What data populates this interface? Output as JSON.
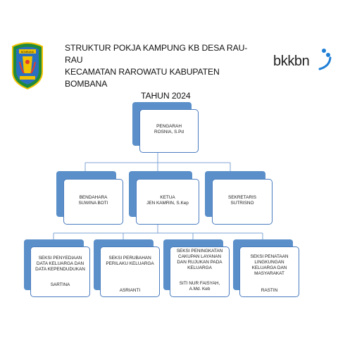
{
  "header": {
    "title_line1": "STRUKTUR POKJA KAMPUNG KB DESA RAU- RAU",
    "title_line2": "KECAMATAN RAROWATU KABUPATEN BOMBANA",
    "title_line3": "TAHUN 2024",
    "logo_left": "bombana-regency-emblem",
    "logo_left_text_top": "BOMBANA",
    "logo_right_text": "bkkbn"
  },
  "org": {
    "root": {
      "role": "PENGARAH",
      "name": "ROSNIA, S.Pd"
    },
    "level2": [
      {
        "role": "BENDAHARA",
        "name": "SUWINA BOTI"
      },
      {
        "role": "KETUA",
        "name": "JEN KAMRIN, S.Kep"
      },
      {
        "role": "SEKRETARIS",
        "name": "SUTRISNO"
      }
    ],
    "level3": [
      {
        "role": "SEKSI PENYEDIAAN DATA KELUARGA DAN DATA KEPENDUDUKAN",
        "name": "SARTINA"
      },
      {
        "role": "SEKSI PERUBAHAN PERILAKU KELUARGA",
        "name": "ASRIANTI"
      },
      {
        "role": "SEKSI PENINGKATAN CAKUPAN LAYANAN DAN RUJUKAN PADA KELUARGA",
        "name": "SITI NUR FAISYAH, A.Md. Keb"
      },
      {
        "role": "SEKSI PENATAAN LINGKUNGAN KELUARGA DAN MASYARAKAT",
        "name": "RASTIN"
      }
    ]
  },
  "colors": {
    "box_back": "#5a8fc9",
    "box_border": "#4a7cbf",
    "connector": "#7fa6d6",
    "bkkbn_blue": "#1f7fd6"
  }
}
